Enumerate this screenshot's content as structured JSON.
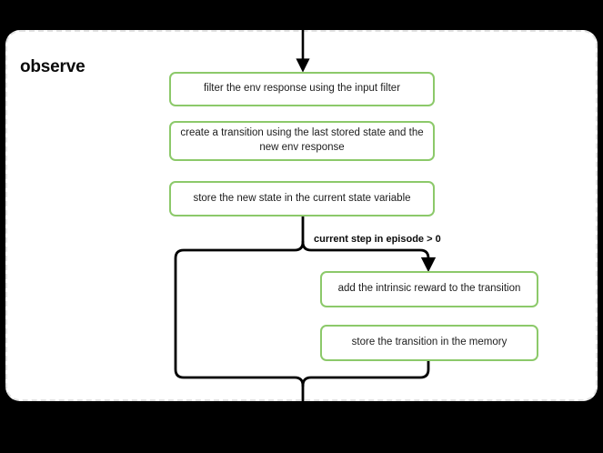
{
  "diagram": {
    "type": "flowchart",
    "direction": "top-to-bottom",
    "background_color": "#000000",
    "subgraph": {
      "title": "observe",
      "border_style": "dashed",
      "border_color": "#e2e2e2",
      "fill_color": "#ffffff"
    },
    "node_border_color": "#8cc96a",
    "node_fill_color": "#ffffff",
    "edge_color": "#000000",
    "nodes": [
      {
        "id": "filter",
        "label": "filter the env response using the input filter"
      },
      {
        "id": "create-transition",
        "label": "create a transition using the last stored state and the new env response"
      },
      {
        "id": "store-state",
        "label": "store the new state in the current state variable"
      },
      {
        "id": "intrinsic-reward",
        "label": "add the intrinsic reward to the transition"
      },
      {
        "id": "store-transition",
        "label": "store the transition in the memory"
      }
    ],
    "edges": [
      {
        "from": "external-input",
        "to": "filter",
        "label": "",
        "arrowhead": true
      },
      {
        "from": "store-state",
        "to": "intrinsic-reward",
        "label": "current step in episode > 0",
        "arrowhead": true
      },
      {
        "from": "store-state",
        "to": "merge",
        "label": "",
        "arrowhead": false
      },
      {
        "from": "store-transition",
        "to": "merge",
        "label": "",
        "arrowhead": false
      },
      {
        "from": "merge",
        "to": "external-output",
        "label": "",
        "arrowhead": false
      }
    ],
    "labels": {
      "condition": "current step in episode > 0"
    }
  }
}
